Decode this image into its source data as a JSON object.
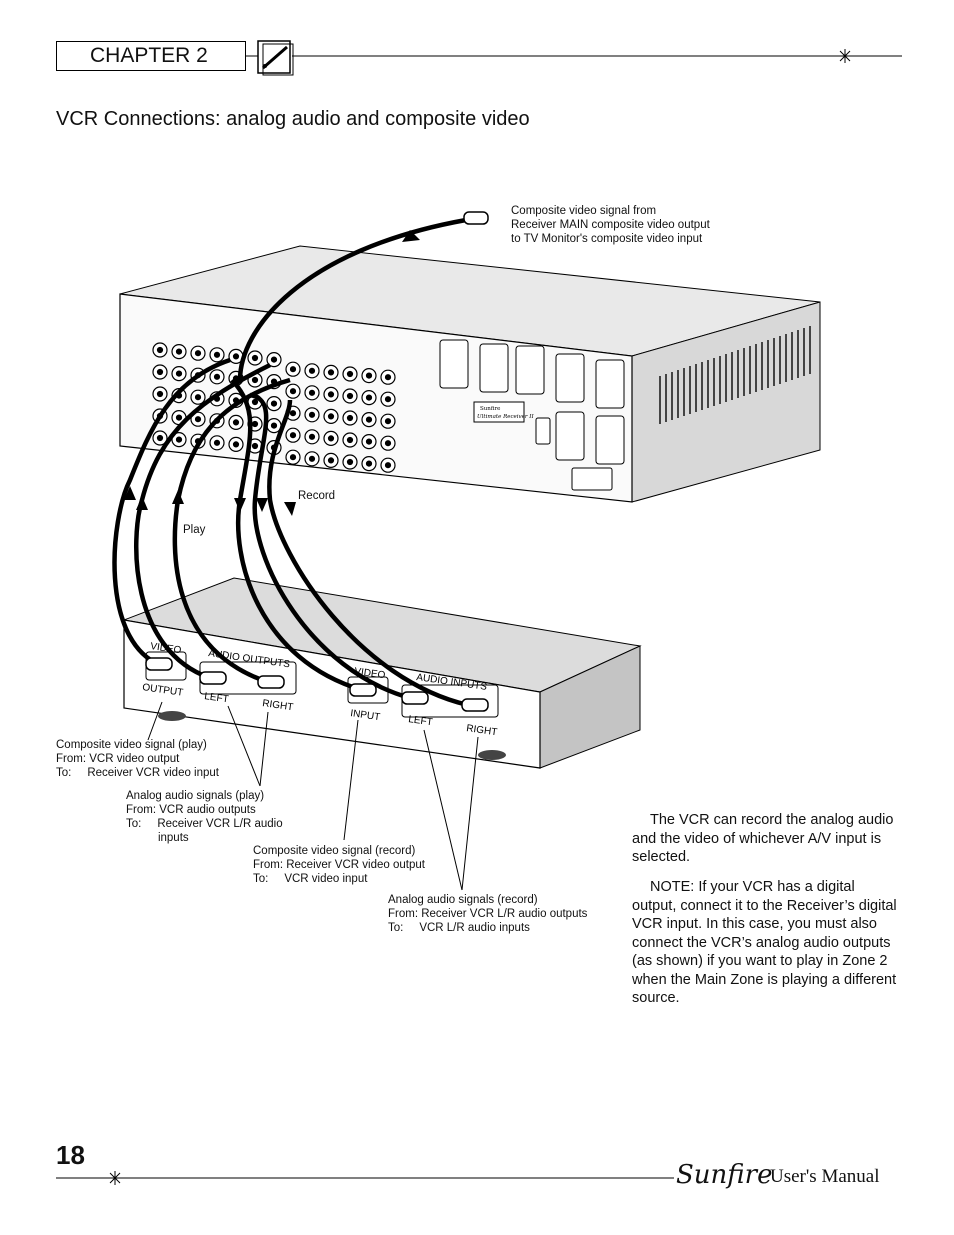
{
  "header": {
    "chapter": "CHAPTER 2"
  },
  "title": "VCR Connections: analog audio and composite video",
  "diagram": {
    "top_callout": [
      "Composite video signal from",
      "Receiver MAIN composite video output",
      "to TV Monitor's composite video input"
    ],
    "record_label": "Record",
    "play_label": "Play",
    "receiver_brand": [
      "Sunfire",
      "Ultimate Receiver II"
    ],
    "vcr_labels": {
      "video_out": "VIDEO",
      "output": "OUTPUT",
      "audio_outputs": "AUDIO OUTPUTS",
      "left_out": "LEFT",
      "right_out": "RIGHT",
      "video_in": "VIDEO",
      "input": "INPUT",
      "audio_inputs": "AUDIO INPUTS",
      "left_in": "LEFT",
      "right_in": "RIGHT"
    },
    "callouts": {
      "composite_play": [
        "Composite video signal (play)",
        "From: VCR video output",
        "To:     Receiver VCR video input"
      ],
      "audio_play": [
        "Analog audio signals (play)",
        "From: VCR audio outputs",
        "To:     Receiver VCR L/R audio",
        "          inputs"
      ],
      "composite_record": [
        "Composite video signal (record)",
        "From: Receiver VCR video output",
        "To:     VCR video input"
      ],
      "audio_record": [
        "Analog audio signals (record)",
        "From: Receiver VCR L/R audio outputs",
        "To:     VCR L/R audio inputs"
      ]
    }
  },
  "body": {
    "paragraph1": "The VCR can record the analog audio and the video of whichever A/V input is selected.",
    "paragraph2": "NOTE: If your VCR has a digital output, connect it to the Receiver’s digital VCR input. In this case, you must also connect the VCR’s analog audio outputs (as shown) if you want to play in Zone 2 when the Main Zone is playing a different source."
  },
  "footer": {
    "page_number": "18",
    "brand": "Sunfire",
    "manual": "User's Manual"
  }
}
